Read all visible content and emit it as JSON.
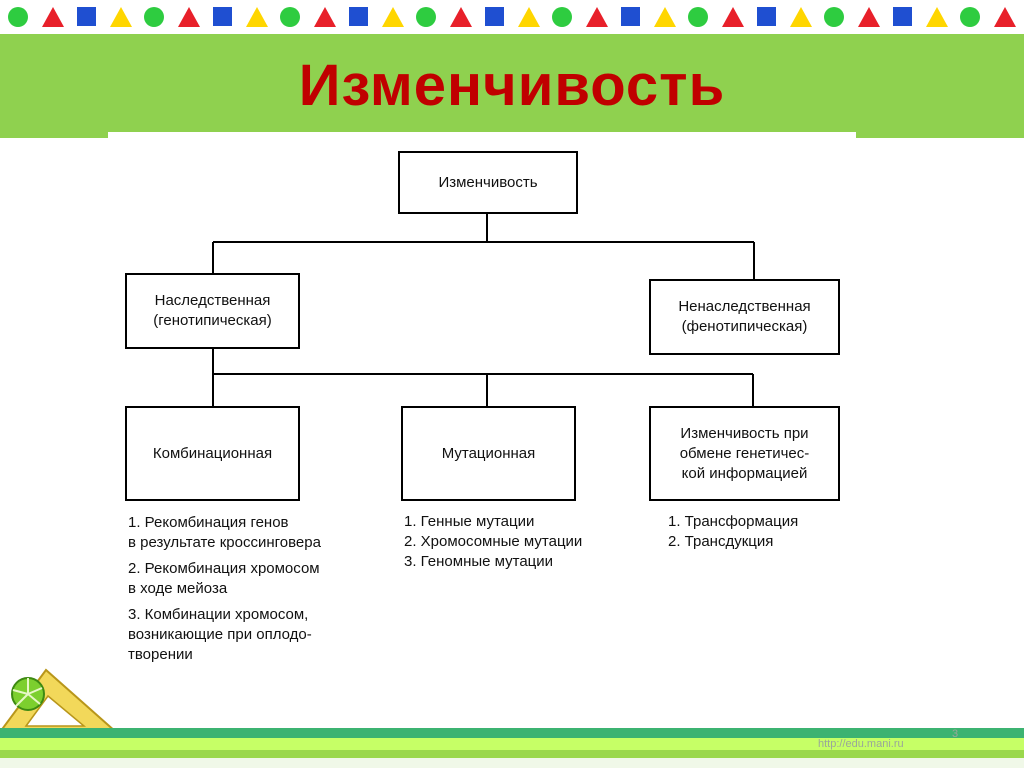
{
  "slide": {
    "title": "Изменчивость",
    "footer_url": "http://edu.mani.ru",
    "page_number": "3"
  },
  "diagram": {
    "root": "Изменчивость",
    "hereditary": [
      "Наследственная",
      "(генотипическая)"
    ],
    "non_hereditary": [
      "Ненаследственная",
      "(фенотипическая)"
    ],
    "combinational": "Комбинационная",
    "mutational": "Мутационная",
    "exchange": [
      "Изменчивость при",
      "обмене генетичес-",
      "кой информацией"
    ]
  },
  "lists": {
    "combinational": [
      "1. Рекомбинация генов",
      "в результате кроссинговера",
      "2. Рекомбинация хромосом",
      "в ходе мейоза",
      "3. Комбинации хромосом,",
      "возникающие при оплодо-",
      "творении"
    ],
    "mutational": [
      "1. Генные мутации",
      "2. Хромосомные мутации",
      "3. Геномные мутации"
    ],
    "exchange": [
      "1. Трансформация",
      "2. Трансдукция"
    ]
  },
  "colors": {
    "banner": "#8fd14f",
    "title": "#c00000",
    "decor_green": "#2ecc40",
    "decor_blue": "#1f4fd1",
    "decor_yellow": "#ffd600",
    "decor_red": "#e8202a"
  },
  "icons": {
    "top_decoration": "shapes-pattern-icon",
    "ruler": "ruler-triangle-icon"
  }
}
